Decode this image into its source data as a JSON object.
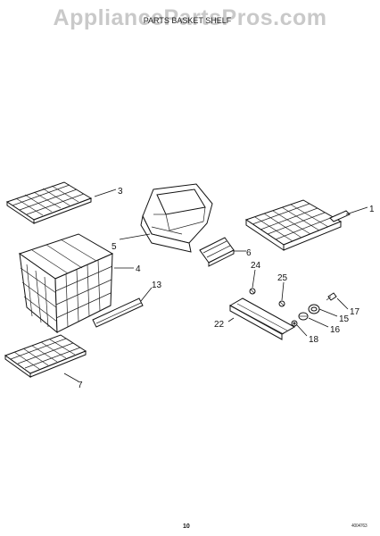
{
  "watermark": "AppliancePartsPros.com",
  "subtitle": "PARTS BASKET SHELF",
  "page_number": "10",
  "doc_code": "4004763",
  "callouts": {
    "c1": "1",
    "c3": "3",
    "c4": "4",
    "c5": "5",
    "c6": "6",
    "c7": "7",
    "c13": "13",
    "c15": "15",
    "c16": "16",
    "c17": "17",
    "c18": "18",
    "c22": "22",
    "c24": "24",
    "c25": "25"
  }
}
